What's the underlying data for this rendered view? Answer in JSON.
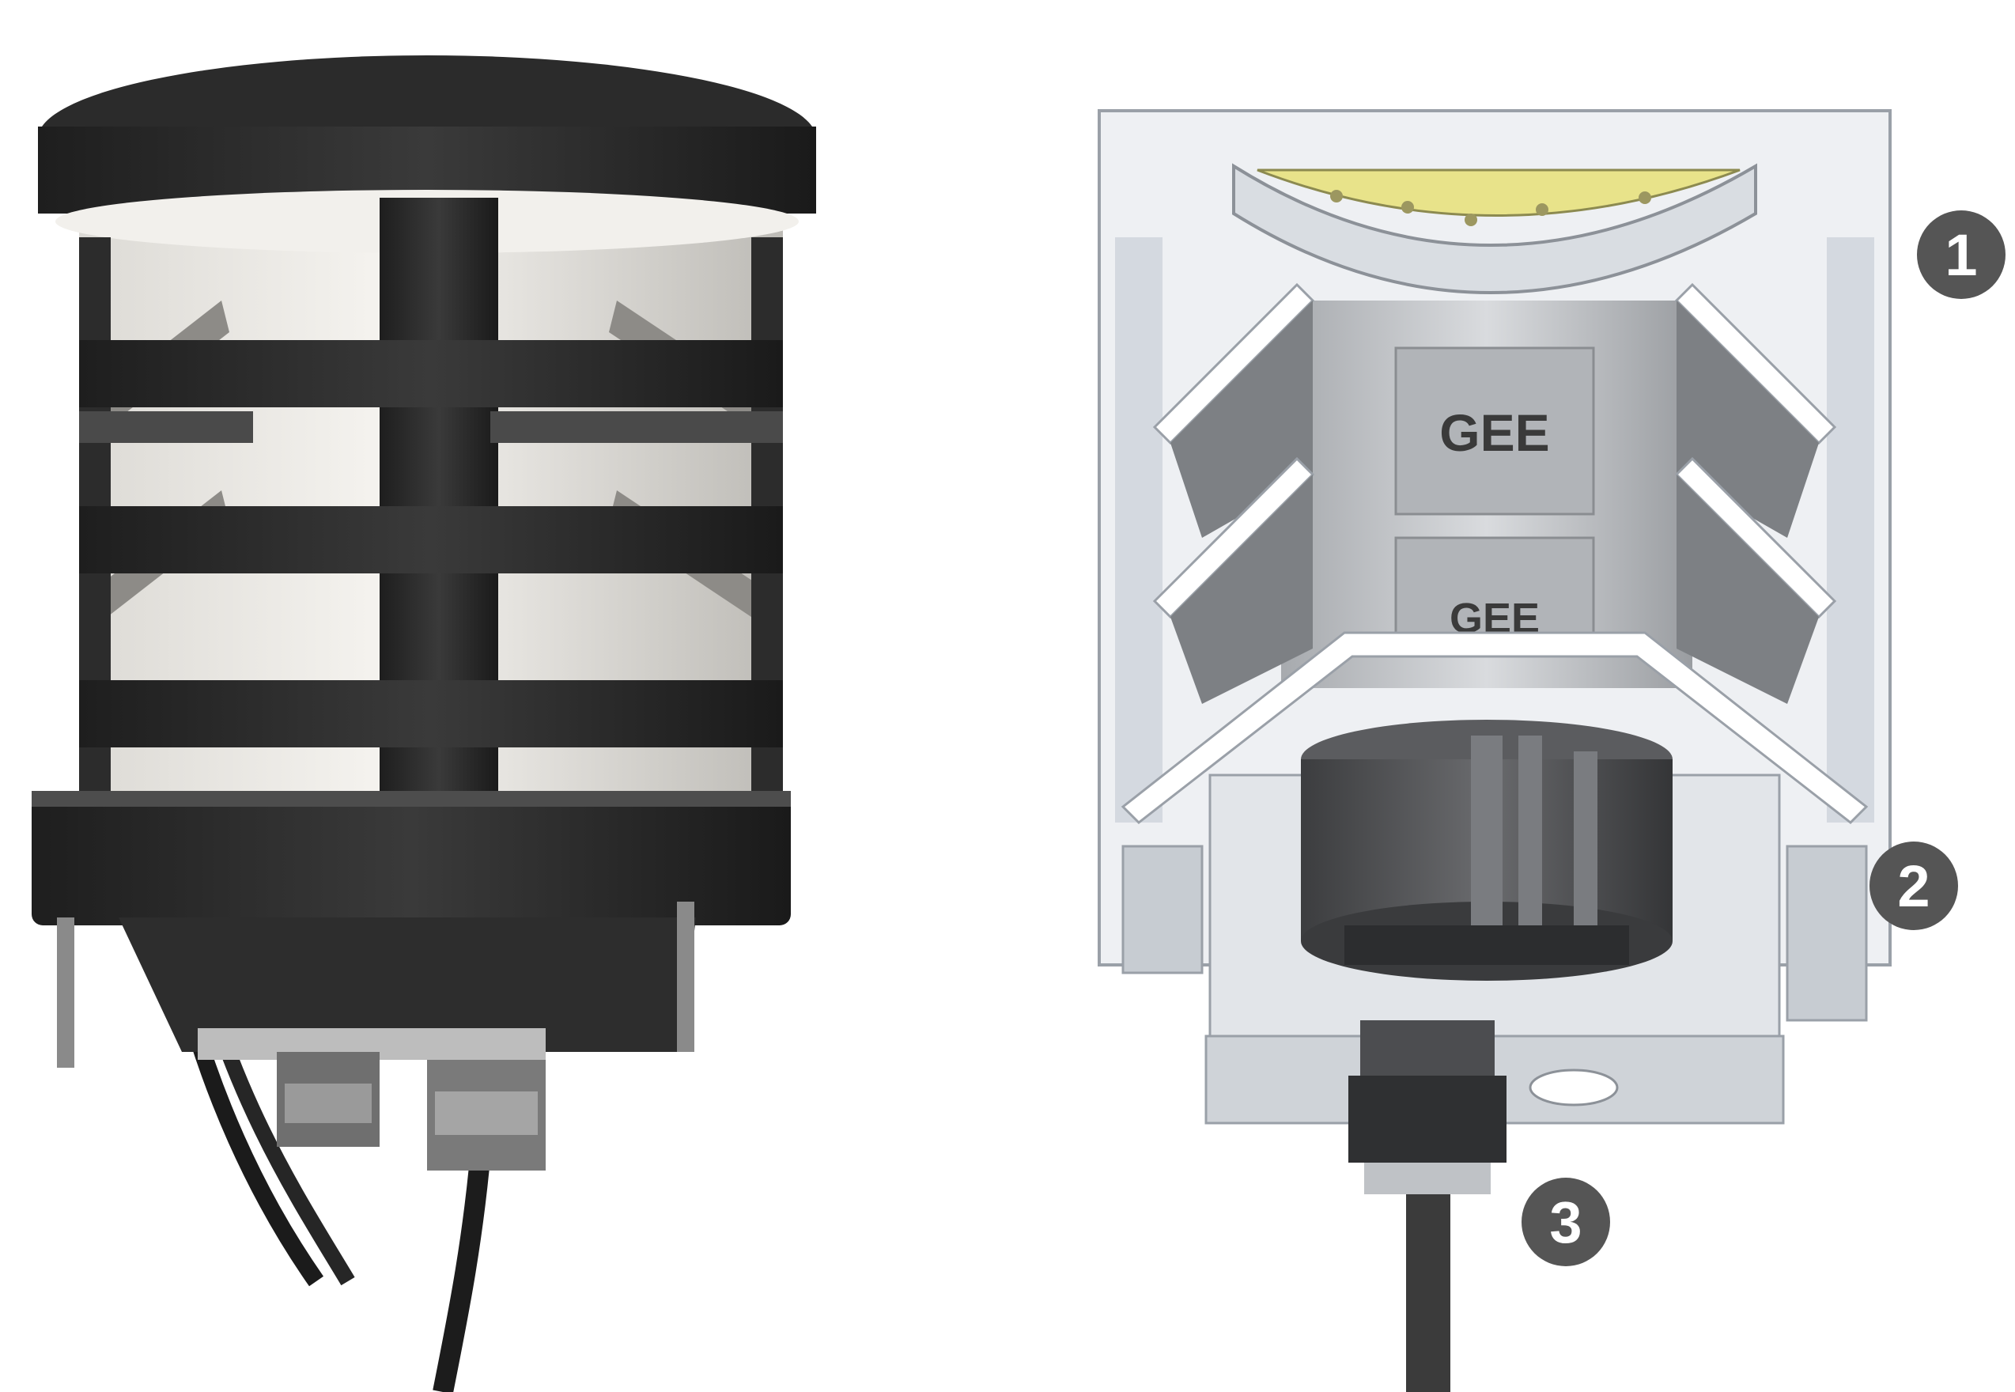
{
  "figure": {
    "engraving": {
      "upper": "GEE",
      "lower": "GEE"
    },
    "callouts": [
      {
        "label": "1"
      },
      {
        "label": "2"
      },
      {
        "label": "3"
      }
    ],
    "colors": {
      "callout_fill": "#555555",
      "callout_text": "#ffffff",
      "photo_dark": "#2a2a2a",
      "photo_light": "#f4f2ee",
      "cutaway_frame": "#d8dde4",
      "cutaway_gray": "#8f9296",
      "sensor_yellow": "#e8e38a"
    },
    "icons": {
      "left_panel": "photo-radiation-shield-icon",
      "right_panel": "cutaway-radiation-shield-icon"
    }
  }
}
